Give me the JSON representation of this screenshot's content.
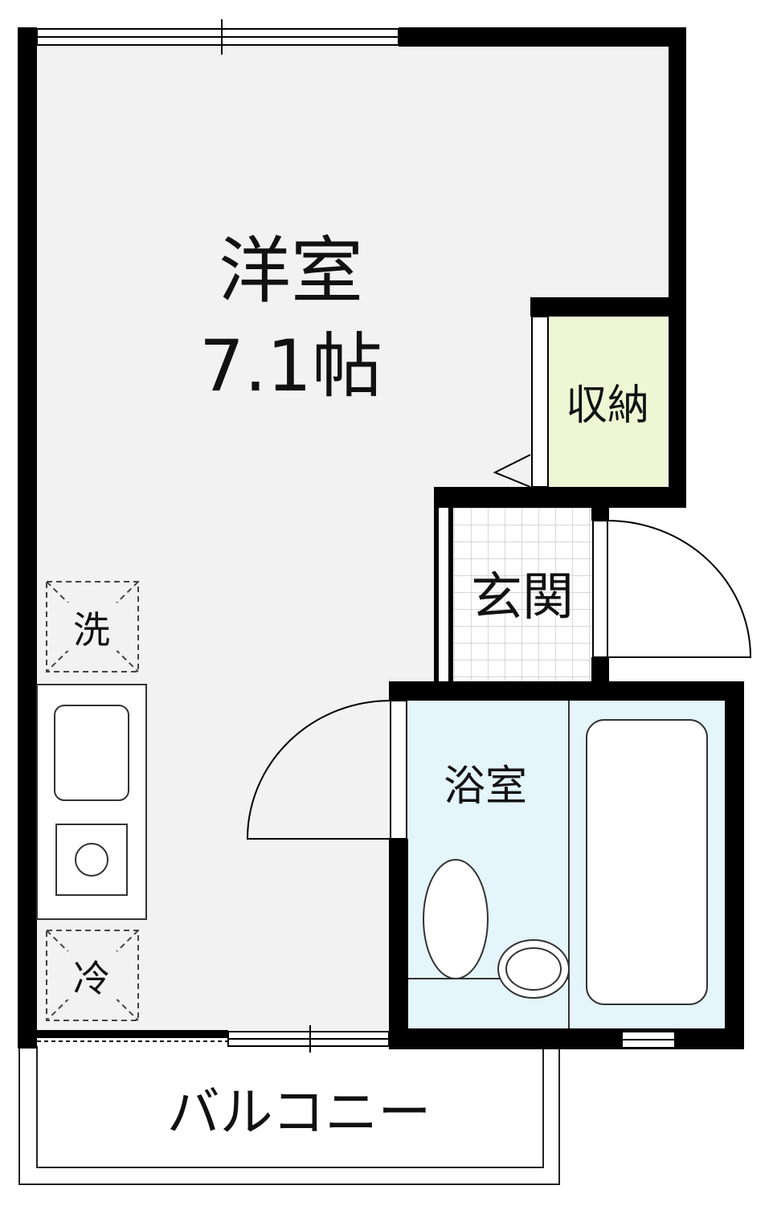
{
  "rooms": {
    "western_room": {
      "name": "洋室",
      "size": "7.1帖"
    },
    "storage": {
      "name": "収納"
    },
    "entrance": {
      "name": "玄関"
    },
    "bathroom": {
      "name": "浴室"
    },
    "balcony": {
      "name": "バルコニー"
    }
  },
  "fixtures": {
    "washer": "洗",
    "fridge": "冷"
  },
  "colors": {
    "wall": "#000000",
    "room_floor": "#f2f2f2",
    "storage_floor": "#eef6d4",
    "bathroom_floor": "#e4f5fc",
    "entrance_tile_line": "#c8c8c8",
    "fixture_line": "#333333"
  }
}
